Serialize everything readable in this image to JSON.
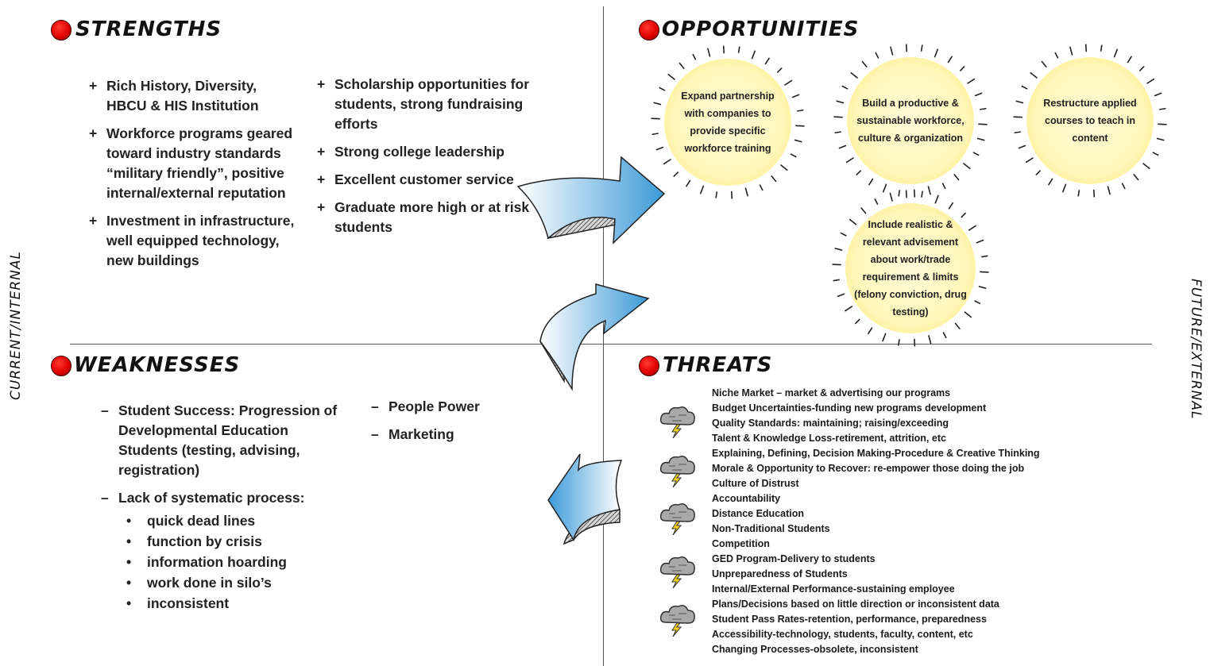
{
  "side_labels": {
    "left": "CURRENT/INTERNAL",
    "right": "FUTURE/EXTERNAL"
  },
  "strengths": {
    "title": "STRENGTHS",
    "col1": [
      "Rich History, Diversity, HBCU & HIS Institution",
      "Workforce programs geared toward industry standards “military friendly”, positive internal/external reputation",
      "Investment in infrastructure, well equipped technology, new buildings"
    ],
    "col2": [
      "Scholarship opportunities for students, strong fundraising efforts",
      "Strong college leadership",
      "Excellent customer service",
      "Graduate more high or at risk students"
    ],
    "marker": "+"
  },
  "opportunities": {
    "title": "OPPORTUNITIES",
    "items": [
      "Expand partnership with companies to provide specific workforce training",
      "Build a productive & sustainable workforce, culture & organization",
      "Restructure applied courses to teach in content",
      "Include realistic & relevant advisement about work/trade requirement & limits (felony conviction, drug testing)"
    ]
  },
  "weaknesses": {
    "title": "WEAKNESSES",
    "col1": [
      {
        "text": "Student Success: Progression of Developmental Education Students (testing, advising, registration)",
        "sub": []
      },
      {
        "text": "Lack of systematic process:",
        "sub": [
          "quick dead lines",
          "function by crisis",
          "information hoarding",
          "work done in silo’s",
          "inconsistent"
        ]
      }
    ],
    "col2": [
      "People Power",
      "Marketing"
    ],
    "marker": "–",
    "sub_marker": "•"
  },
  "threats": {
    "title": "THREATS",
    "items": [
      "Niche Market – market & advertising our programs",
      "Budget Uncertainties-funding new programs development",
      "Quality Standards:  maintaining; raising/exceeding",
      "Talent & Knowledge Loss-retirement, attrition, etc",
      "Explaining, Defining, Decision Making-Procedure & Creative Thinking",
      "Morale & Opportunity to Recover: re-empower those doing the job",
      "Culture of Distrust",
      "Accountability",
      "Distance Education",
      "Non-Traditional Students",
      "Competition",
      "GED Program-Delivery to students",
      "Unpreparedness of Students",
      "Internal/External Performance-sustaining employee",
      "Plans/Decisions based on little direction or inconsistent data",
      "Student Pass Rates-retention, performance, preparedness",
      "Accessibility-technology, students, faculty, content, etc",
      "Changing Processes-obsolete, inconsistent"
    ]
  },
  "colors": {
    "dot": "#e00000",
    "arrow": "#4aa3df",
    "glow": "#fff3a6",
    "storm": "#9a9a9a"
  }
}
